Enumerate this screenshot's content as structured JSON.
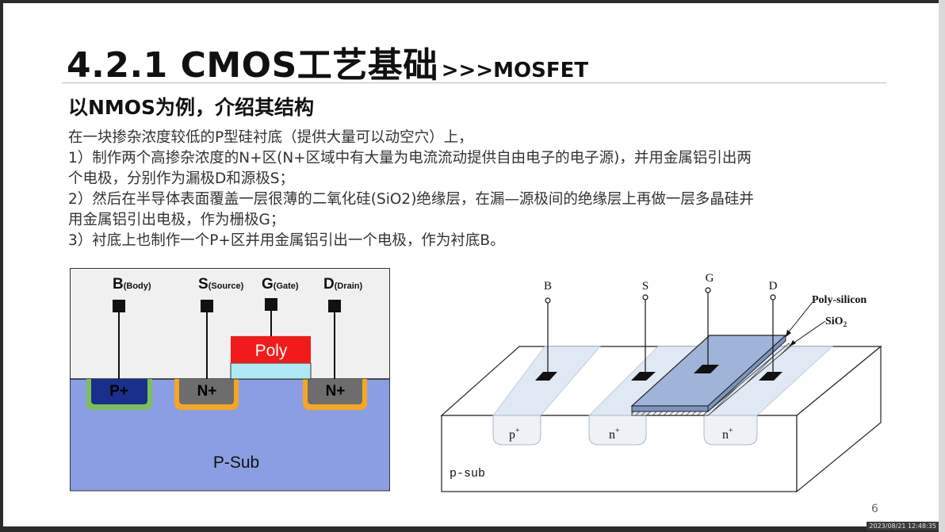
{
  "slide": {
    "title": "4.2.1 CMOS工艺基础",
    "title_suffix": ">>>MOSFET",
    "subtitle": "以NMOS为例，介绍其结构",
    "paragraph": [
      "在一块掺杂浓度较低的P型硅衬底（提供大量可以动空穴）上，",
      "1）制作两个高掺杂浓度的N+区(N+区域中有大量为电流流动提供自由电子的电子源)，并用金属铝引出两",
      "个电极，分别作为漏极D和源极S；",
      "2）然后在半导体表面覆盖一层很薄的二氧化硅(SiO2)绝缘层，在漏—源极间的绝缘层上再做一层多晶硅并",
      "用金属铝引出电极，作为栅极G；",
      "3）衬底上也制作一个P+区并用金属铝引出一个电极，作为衬底B。"
    ],
    "page_number": "6"
  },
  "left_diagram": {
    "terminals": [
      {
        "letter": "B",
        "sub": "(Body)"
      },
      {
        "letter": "S",
        "sub": "(Source)"
      },
      {
        "letter": "G",
        "sub": "(Gate)"
      },
      {
        "letter": "D",
        "sub": "(Drain)"
      }
    ],
    "poly_label": "Poly",
    "p_plus_label": "P+",
    "n_plus_source_label": "N+",
    "n_plus_drain_label": "N+",
    "substrate_label": "P-Sub",
    "colors": {
      "substrate": "#8c9ee3",
      "p_plus": "#1a2f8c",
      "p_plus_ring": "#7cbf5b",
      "n_plus": "#6d6d6d",
      "n_plus_ring": "#f5a623",
      "poly": "#f21a1a",
      "oxide": "#aeeaf3",
      "top": "#f0f0f0"
    }
  },
  "right_diagram": {
    "terminals": [
      "B",
      "S",
      "G",
      "D"
    ],
    "label_poly": "Poly-silicon",
    "label_sio2": "SiO",
    "label_sio2_sub": "2",
    "p_plus": "p",
    "n_plus_left": "n",
    "n_plus_right": "n",
    "plus": "+",
    "substrate": "p-sub"
  },
  "screen": {
    "timestamp": "2023/08/21 12:48:35"
  }
}
